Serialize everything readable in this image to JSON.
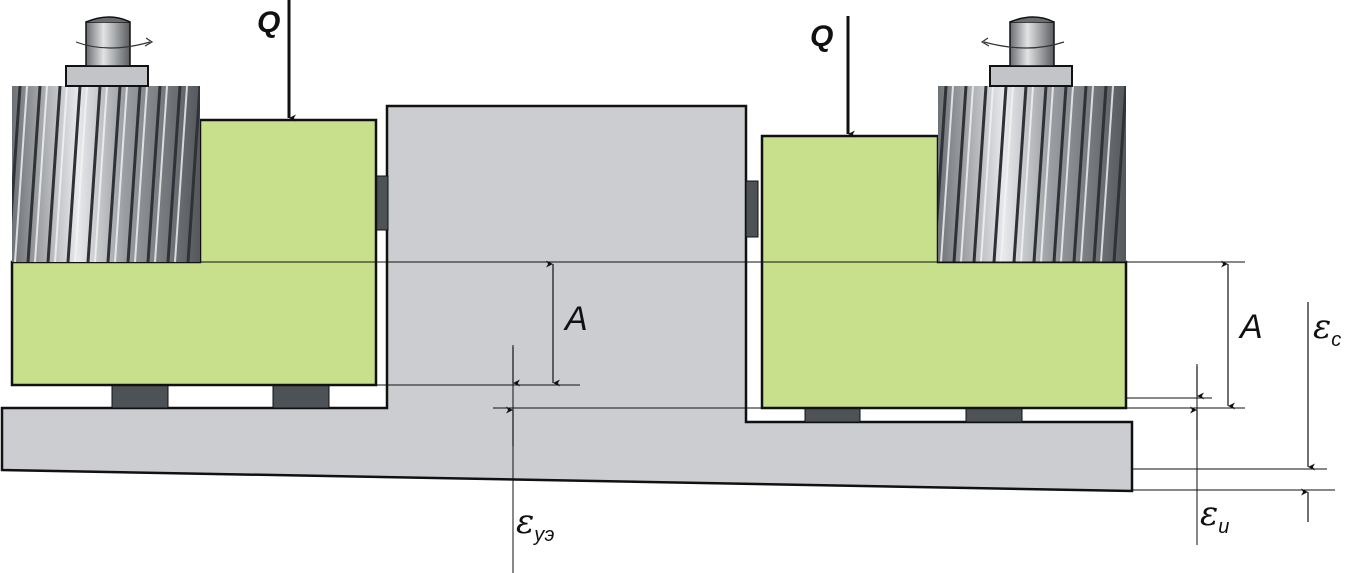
{
  "labels": {
    "force_left": "Q",
    "force_right": "Q",
    "dim_a_left": "A",
    "dim_a_right": "A",
    "eps_symbol": "ε",
    "eps_ue_sub": "уэ",
    "eps_i_sub": "и",
    "eps_c_sub": "с"
  },
  "colors": {
    "bracket_fill": "#c8df8c",
    "base_fill": "#cccdd0",
    "pad_fill": "#4d5257",
    "outline": "#111111"
  },
  "icons": {
    "gear": "helical-gear-cutter",
    "arrow": "force-arrow",
    "rotation": "rotation-arrow-icon"
  }
}
